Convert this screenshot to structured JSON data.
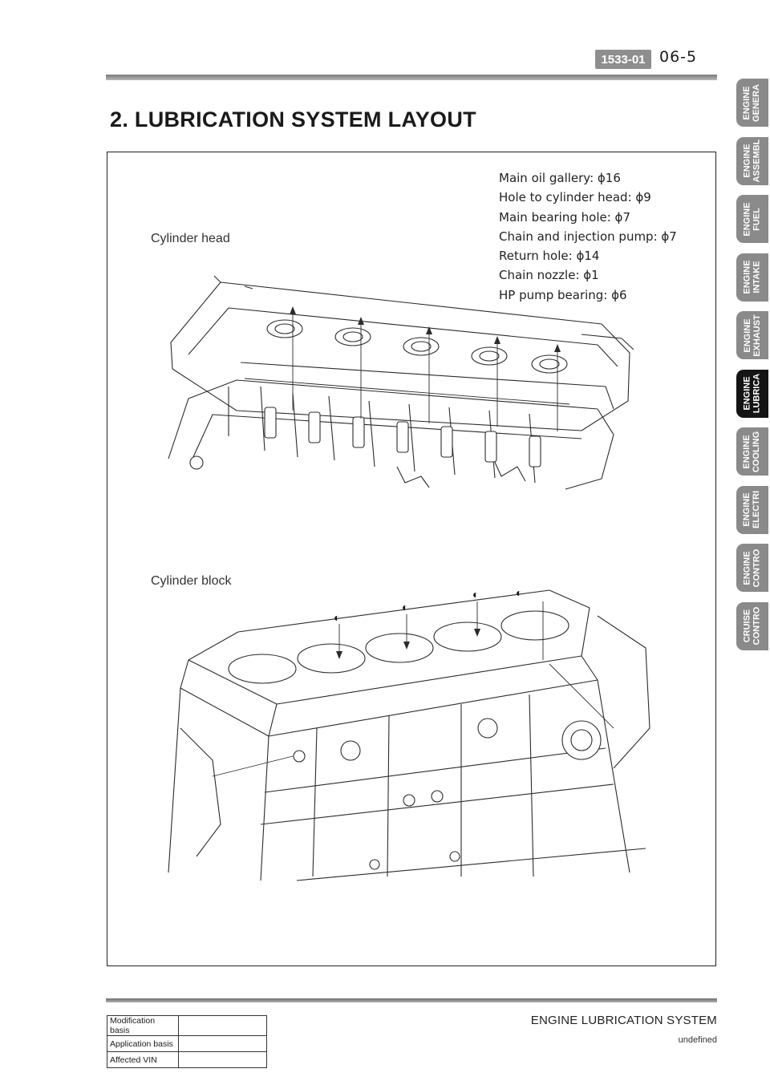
{
  "header": {
    "doc_code": "1533-01",
    "page_number": "06-5"
  },
  "section_title": "2. LUBRICATION SYSTEM LAYOUT",
  "figure": {
    "specs": [
      "Main oil gallery: ϕ16",
      "Hole to cylinder head: ϕ9",
      "Main bearing hole: ϕ7",
      "Chain and injection pump: ϕ7",
      "Return hole: ϕ14",
      "Chain nozzle: ϕ1",
      "HP pump bearing: ϕ6"
    ],
    "head_label": "Cylinder head",
    "block_label": "Cylinder block",
    "symbol": "◐"
  },
  "side_tabs": [
    {
      "text": "ENGINE\nGENERA",
      "active": false
    },
    {
      "text": "ENGINE\nASSEMBL",
      "active": false
    },
    {
      "text": "ENGINE\nFUEL",
      "active": false
    },
    {
      "text": "ENGINE\nINTAKE",
      "active": false
    },
    {
      "text": "ENGINE\nEXHAUST",
      "active": false
    },
    {
      "text": "ENGINE\nLUBRICA",
      "active": true
    },
    {
      "text": "ENGINE\nCOOLING",
      "active": false
    },
    {
      "text": "ENGINE\nELECTRI",
      "active": false
    },
    {
      "text": "ENGINE\nCONTRO",
      "active": false
    },
    {
      "text": "CRUISE\nCONTRO",
      "active": false
    }
  ],
  "footer": {
    "title": "ENGINE LUBRICATION SYSTEM",
    "subtitle": "undefined",
    "table": [
      {
        "label": "Modification basis",
        "value": ""
      },
      {
        "label": "Application basis",
        "value": ""
      },
      {
        "label": "Affected VIN",
        "value": ""
      }
    ]
  }
}
